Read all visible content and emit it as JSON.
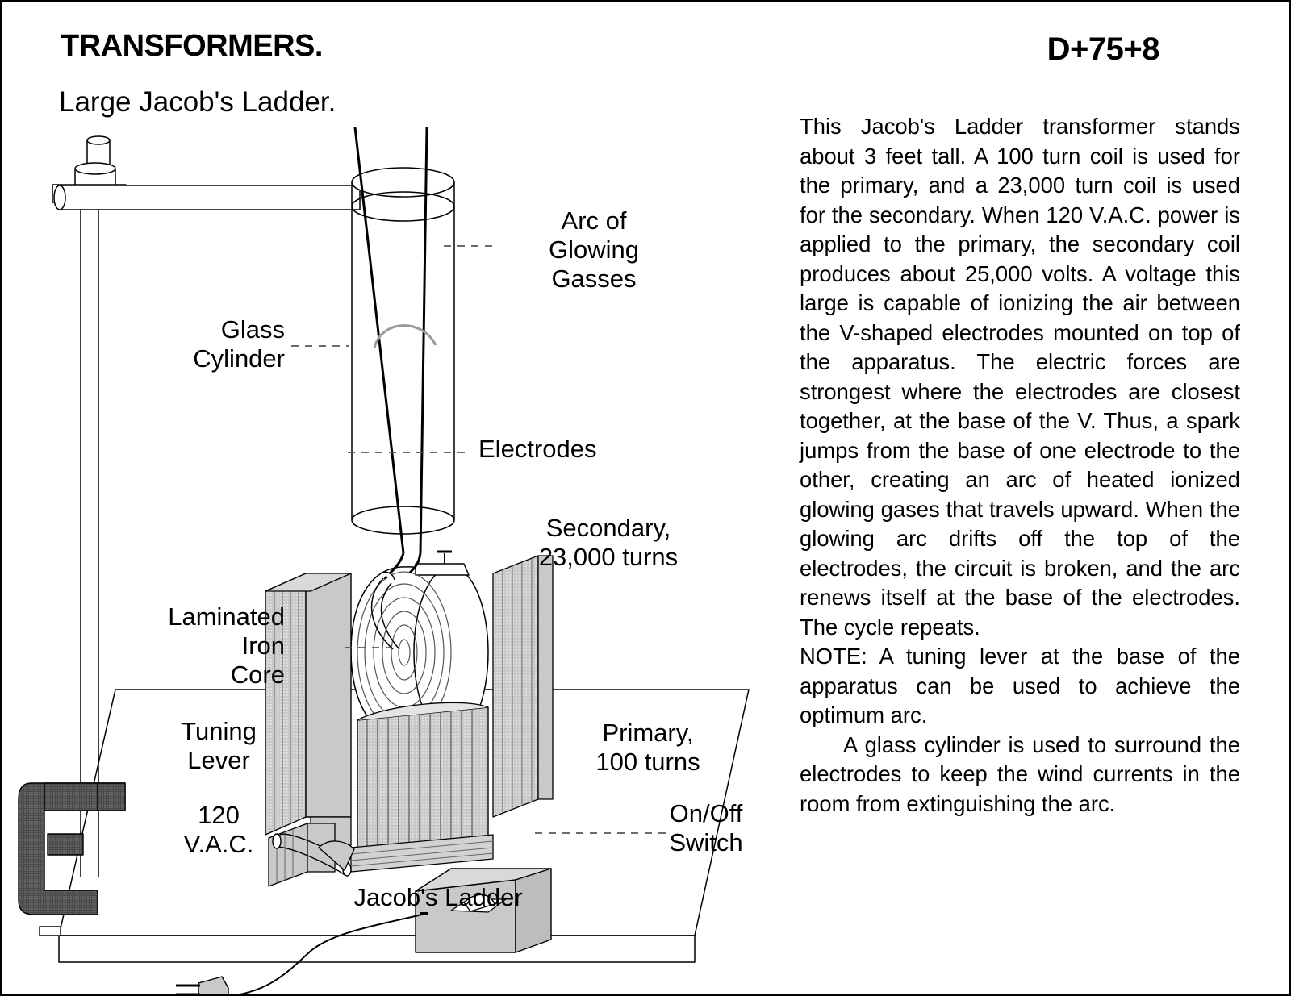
{
  "header": {
    "title": "TRANSFORMERS.",
    "subtitle": "Large Jacob's Ladder.",
    "code": "D+75+8"
  },
  "article": {
    "paragraphs": [
      {
        "indent": false,
        "text": "This Jacob's Ladder transformer stands about 3 feet tall.  A 100 turn coil is used for the primary, and a 23,000 turn coil is used for the secondary.  When 120 V.A.C. power is applied to the primary, the secondary coil  produces about 25,000 volts.  A voltage this large is capable of ionizing the air between the V-shaped electrodes mounted on top of the apparatus.  The electric forces are strongest where the electrodes are closest together, at the base of the V.  Thus, a spark jumps from the base of one electrode to the other, creating an arc of heated ionized glowing gases that travels upward.  When the glowing arc drifts off the top of the electrodes, the circuit is broken, and the arc renews itself at the base of the electrodes.  The cycle repeats."
      },
      {
        "indent": false,
        "text": "NOTE: A tuning lever at the base of the apparatus can be used to achieve the optimum arc."
      },
      {
        "indent": true,
        "text": "A glass cylinder is used to surround the electrodes to keep the wind currents in the room from extinguishing the arc."
      }
    ]
  },
  "diagram": {
    "caption": "Jacob's Ladder",
    "labels": {
      "arc": "Arc of\nGlowing\nGasses",
      "glass_cylinder": "Glass\nCylinder",
      "electrodes": "Electrodes",
      "secondary": "Secondary,\n23,000 turns",
      "core": "Laminated\nIron\nCore",
      "tuning_lever": "Tuning\nLever",
      "primary": "Primary,\n100 turns",
      "supply": "120\nV.A.C.",
      "switch": "On/Off\nSwitch"
    },
    "colors": {
      "outline": "#000000",
      "core_fill": "#c9c9c9",
      "core_fill_light": "#d9d9d9",
      "clamp_fill": "#4a4a4a",
      "paper": "#ffffff"
    }
  }
}
